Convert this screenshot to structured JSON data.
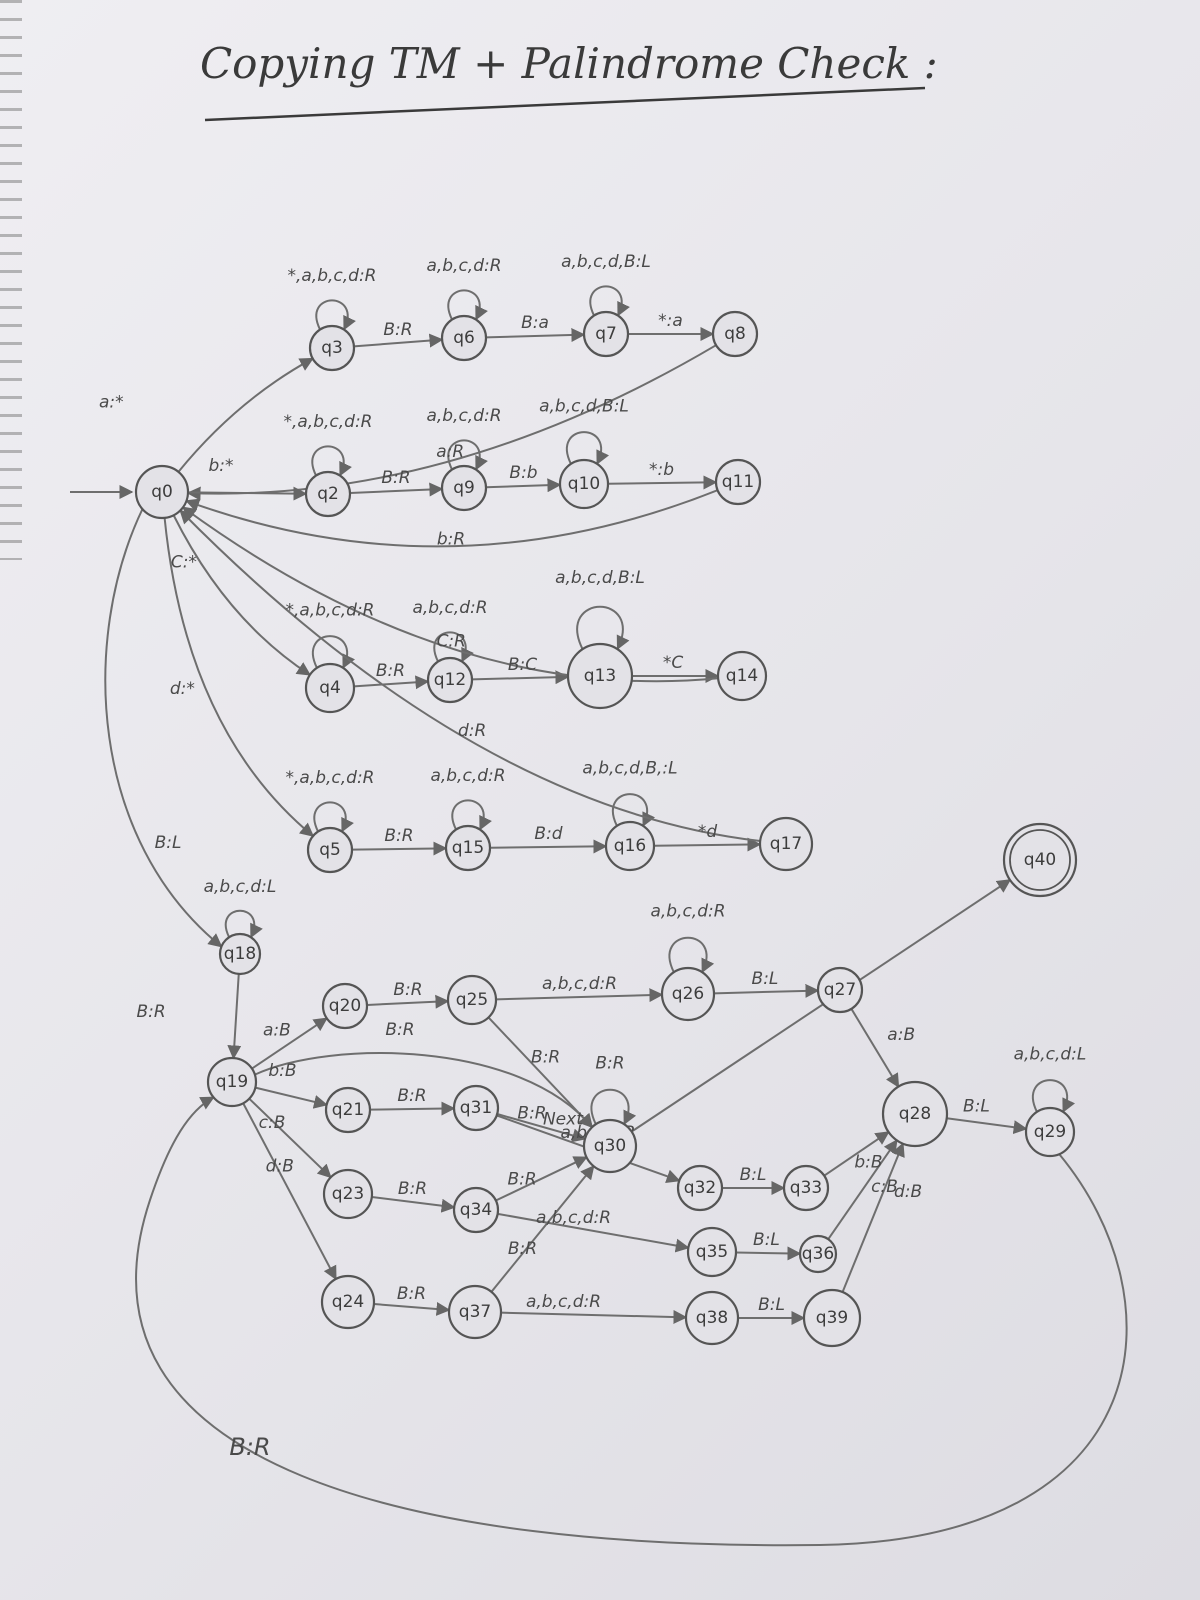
{
  "title": "Copying TM + Palindrome Check :",
  "states": [
    {
      "id": "q0",
      "label": "q0"
    },
    {
      "id": "q3",
      "label": "q3"
    },
    {
      "id": "q6",
      "label": "q6"
    },
    {
      "id": "q7",
      "label": "q7"
    },
    {
      "id": "q8",
      "label": "q8"
    },
    {
      "id": "q2",
      "label": "q2"
    },
    {
      "id": "q9",
      "label": "q9"
    },
    {
      "id": "q10",
      "label": "q10"
    },
    {
      "id": "q11",
      "label": "q11"
    },
    {
      "id": "q4",
      "label": "q4"
    },
    {
      "id": "q12",
      "label": "q12"
    },
    {
      "id": "q13",
      "label": "q13"
    },
    {
      "id": "q14",
      "label": "q14"
    },
    {
      "id": "q5",
      "label": "q5"
    },
    {
      "id": "q15",
      "label": "q15"
    },
    {
      "id": "q16",
      "label": "q16"
    },
    {
      "id": "q17",
      "label": "q17"
    },
    {
      "id": "q18",
      "label": "q18"
    },
    {
      "id": "q19",
      "label": "q19"
    },
    {
      "id": "q20",
      "label": "q20"
    },
    {
      "id": "q25",
      "label": "q25"
    },
    {
      "id": "q26",
      "label": "q26"
    },
    {
      "id": "q27",
      "label": "q27"
    },
    {
      "id": "q28",
      "label": "q28"
    },
    {
      "id": "q29",
      "label": "q29"
    },
    {
      "id": "q21",
      "label": "q21"
    },
    {
      "id": "q31",
      "label": "q31"
    },
    {
      "id": "q30",
      "label": "q30"
    },
    {
      "id": "q32",
      "label": "q32"
    },
    {
      "id": "q33",
      "label": "q33"
    },
    {
      "id": "q23",
      "label": "q23"
    },
    {
      "id": "q34",
      "label": "q34"
    },
    {
      "id": "q35",
      "label": "q35"
    },
    {
      "id": "q36",
      "label": "q36"
    },
    {
      "id": "q24",
      "label": "q24"
    },
    {
      "id": "q37",
      "label": "q37"
    },
    {
      "id": "q38",
      "label": "q38"
    },
    {
      "id": "q39",
      "label": "q39"
    },
    {
      "id": "q40",
      "label": "q40",
      "final": true
    }
  ],
  "transitions": [
    {
      "from": "q0",
      "to": "q3",
      "label": "a:*"
    },
    {
      "from": "q3",
      "to": "q3",
      "label": "*,a,b,c,d:R"
    },
    {
      "from": "q3",
      "to": "q6",
      "label": "B:R"
    },
    {
      "from": "q6",
      "to": "q6",
      "label": "a,b,c,d:R"
    },
    {
      "from": "q6",
      "to": "q7",
      "label": "B:a"
    },
    {
      "from": "q7",
      "to": "q7",
      "label": "a,b,c,d,B:L"
    },
    {
      "from": "q7",
      "to": "q8",
      "label": "*:a"
    },
    {
      "from": "q8",
      "to": "q0",
      "label": "a:R"
    },
    {
      "from": "q0",
      "to": "q2",
      "label": "b:*"
    },
    {
      "from": "q2",
      "to": "q2",
      "label": "*,a,b,c,d:R"
    },
    {
      "from": "q2",
      "to": "q9",
      "label": "B:R"
    },
    {
      "from": "q9",
      "to": "q9",
      "label": "a,b,c,d:R"
    },
    {
      "from": "q9",
      "to": "q10",
      "label": "B:b"
    },
    {
      "from": "q10",
      "to": "q10",
      "label": "a,b,c,d,B:L"
    },
    {
      "from": "q10",
      "to": "q11",
      "label": "*:b"
    },
    {
      "from": "q11",
      "to": "q0",
      "label": "b:R"
    },
    {
      "from": "q0",
      "to": "q4",
      "label": "C:*"
    },
    {
      "from": "q4",
      "to": "q4",
      "label": "*,a,b,c,d:R"
    },
    {
      "from": "q4",
      "to": "q12",
      "label": "B:R"
    },
    {
      "from": "q12",
      "to": "q12",
      "label": "a,b,c,d:R"
    },
    {
      "from": "q12",
      "to": "q13",
      "label": "B:C"
    },
    {
      "from": "q13",
      "to": "q13",
      "label": "a,b,c,d,B:L"
    },
    {
      "from": "q13",
      "to": "q14",
      "label": "*C"
    },
    {
      "from": "q14",
      "to": "q0",
      "label": "C:R"
    },
    {
      "from": "q0",
      "to": "q5",
      "label": "d:*"
    },
    {
      "from": "q5",
      "to": "q5",
      "label": "*,a,b,c,d:R"
    },
    {
      "from": "q5",
      "to": "q15",
      "label": "B:R"
    },
    {
      "from": "q15",
      "to": "q15",
      "label": "a,b,c,d:R"
    },
    {
      "from": "q15",
      "to": "q16",
      "label": "B:d"
    },
    {
      "from": "q16",
      "to": "q16",
      "label": "a,b,c,d,B,:L"
    },
    {
      "from": "q16",
      "to": "q17",
      "label": "*d"
    },
    {
      "from": "q17",
      "to": "q0",
      "label": "d:R"
    },
    {
      "from": "q0",
      "to": "q18",
      "label": "B:L"
    },
    {
      "from": "q18",
      "to": "q18",
      "label": "a,b,c,d:L"
    },
    {
      "from": "q18",
      "to": "q19",
      "label": "B:R"
    },
    {
      "from": "q19",
      "to": "q20",
      "label": "a:B"
    },
    {
      "from": "q20",
      "to": "q25",
      "label": "B:R"
    },
    {
      "from": "q25",
      "to": "q26",
      "label": "a,b,c,d:R"
    },
    {
      "from": "q26",
      "to": "q26",
      "label": "a,b,c,d:R"
    },
    {
      "from": "q26",
      "to": "q27",
      "label": "B:L"
    },
    {
      "from": "q27",
      "to": "q28",
      "label": "a:B"
    },
    {
      "from": "q28",
      "to": "q29",
      "label": "B:L"
    },
    {
      "from": "q29",
      "to": "q29",
      "label": "a,b,c,d:L"
    },
    {
      "from": "q29",
      "to": "q19",
      "label": "B:R"
    },
    {
      "from": "q19",
      "to": "q30",
      "label": "B:R"
    },
    {
      "from": "q25",
      "to": "q30",
      "label": "B:R"
    },
    {
      "from": "q19",
      "to": "q21",
      "label": "b:B"
    },
    {
      "from": "q21",
      "to": "q31",
      "label": "B:R"
    },
    {
      "from": "q31",
      "to": "q30",
      "label": "B:R"
    },
    {
      "from": "q30",
      "to": "q30",
      "label": "B:R"
    },
    {
      "from": "q31",
      "to": "q32",
      "label": "a,b,c,d:R"
    },
    {
      "from": "q32",
      "to": "q33",
      "label": "B:L"
    },
    {
      "from": "q33",
      "to": "q28",
      "label": "b:B"
    },
    {
      "from": "q19",
      "to": "q23",
      "label": "c:B"
    },
    {
      "from": "q23",
      "to": "q34",
      "label": "B:R"
    },
    {
      "from": "q34",
      "to": "q30",
      "label": "B:R"
    },
    {
      "from": "q34",
      "to": "q35",
      "label": "a,b,c,d:R"
    },
    {
      "from": "q35",
      "to": "q36",
      "label": "B:L"
    },
    {
      "from": "q36",
      "to": "q28",
      "label": "c:B"
    },
    {
      "from": "q19",
      "to": "q24",
      "label": "d:B"
    },
    {
      "from": "q24",
      "to": "q37",
      "label": "B:R"
    },
    {
      "from": "q37",
      "to": "q30",
      "label": "B:R"
    },
    {
      "from": "q37",
      "to": "q38",
      "label": "a,b,c,d:R"
    },
    {
      "from": "q38",
      "to": "q39",
      "label": "B:L"
    },
    {
      "from": "q39",
      "to": "q28",
      "label": "d:B"
    },
    {
      "from": "q30",
      "to": "q40",
      "label": "Next"
    }
  ]
}
